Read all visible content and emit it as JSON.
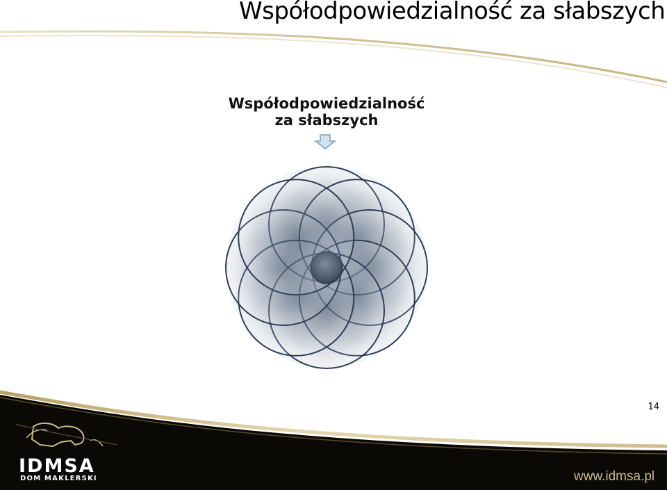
{
  "slide": {
    "title": "Współodpowiedzialność za słabszych",
    "page_number": "14"
  },
  "diagram": {
    "heading_line1": "Współodpowiedzialność",
    "heading_line2": "za słabszych",
    "circle_count": 8,
    "colors": {
      "circle_fill_dark": "#3a4b64",
      "circle_stroke": "#2c3e5a",
      "arrow_fill": "#cfe3f0",
      "arrow_stroke": "#7f9db3"
    }
  },
  "footer": {
    "brand_name": "IDMSA",
    "brand_subtitle": "DOM MAKLERSKI",
    "website": "www.idmsa.pl",
    "colors": {
      "band": "#0b0906",
      "gold": "#c9b98e"
    }
  }
}
